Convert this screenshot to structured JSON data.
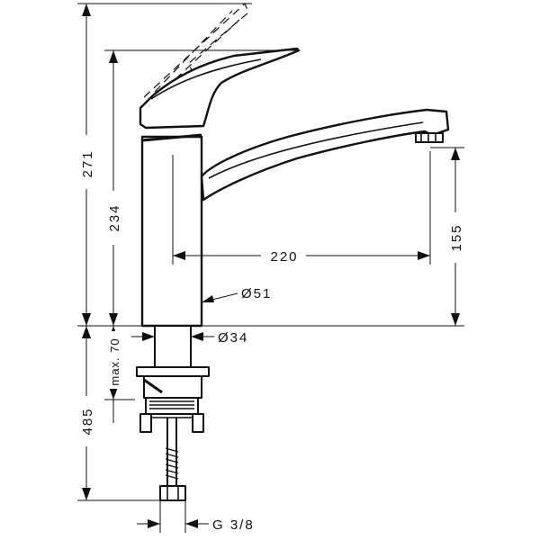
{
  "dimensions": {
    "total_height": "271",
    "lever_height": "234",
    "spout_reach": "220",
    "spout_height": "155",
    "body_diameter": "Ø51",
    "shank_diameter": "Ø34",
    "max_thickness": "max. 70",
    "hose_length": "485",
    "connection": "G 3/8"
  }
}
